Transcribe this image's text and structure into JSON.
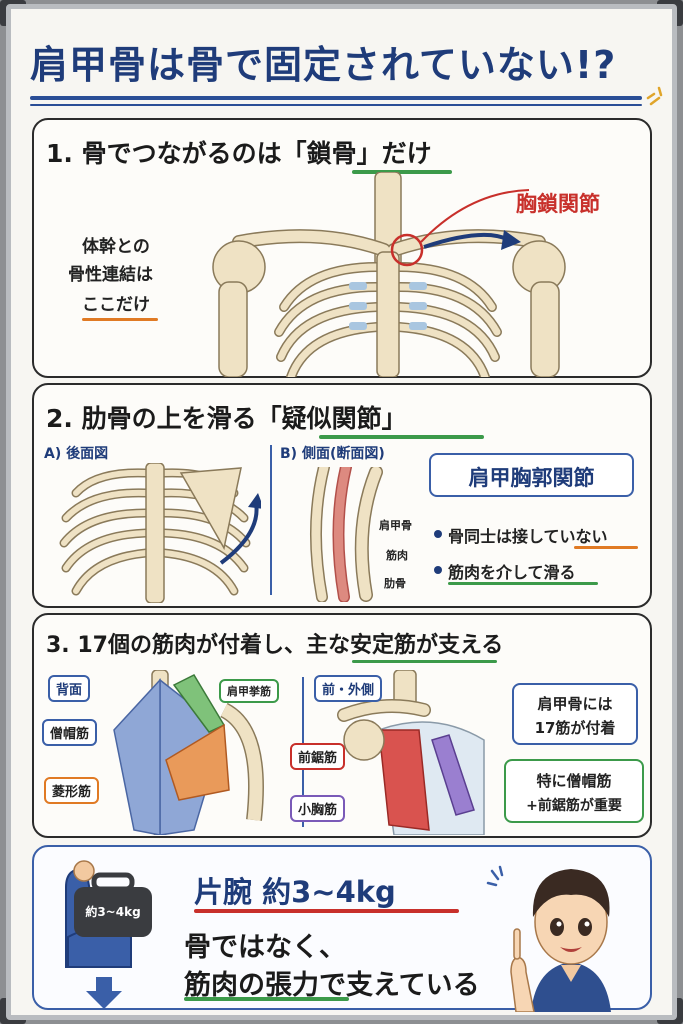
{
  "title": "肩甲骨は骨で固定されていない!?",
  "section1": {
    "heading": "1. 骨でつながるのは「鎖骨」だけ",
    "joint_label": "胸鎖関節",
    "side_lines": [
      "体幹との",
      "骨性連結は",
      "ここだけ"
    ]
  },
  "section2": {
    "heading": "2. 肋骨の上を滑る「疑似関節」",
    "view_a": "A) 後面図",
    "view_b": "B) 側面(断面図)",
    "cross_labels": [
      "肩甲骨",
      "筋肉",
      "肋骨"
    ],
    "box_title": "肩甲胸郭関節",
    "bullets": [
      "骨同士は接していない",
      "筋肉を介して滑る"
    ]
  },
  "section3": {
    "heading": "3. 17個の筋肉が付着し、主な安定筋が支える",
    "back_label": "背面",
    "front_label": "前・外側",
    "muscle_labels": [
      "肩甲挙筋",
      "僧帽筋",
      "菱形筋",
      "前鋸筋",
      "小胸筋"
    ],
    "box1_lines": [
      "肩甲骨には",
      "17筋が付着"
    ],
    "box2_lines": [
      "特に僧帽筋",
      "+前鋸筋が重要"
    ]
  },
  "section4": {
    "weight_label": "約3~4kg",
    "heading": "片腕 約3~4kg",
    "line1": "骨ではなく、",
    "line2": "筋肉の張力で支えている"
  },
  "colors": {
    "navy": "#1f3c7a",
    "red": "#c8302b",
    "green": "#3c9a4a",
    "orange": "#e07a24",
    "blue": "#3a5fa8",
    "bone": "#efe2c4"
  }
}
